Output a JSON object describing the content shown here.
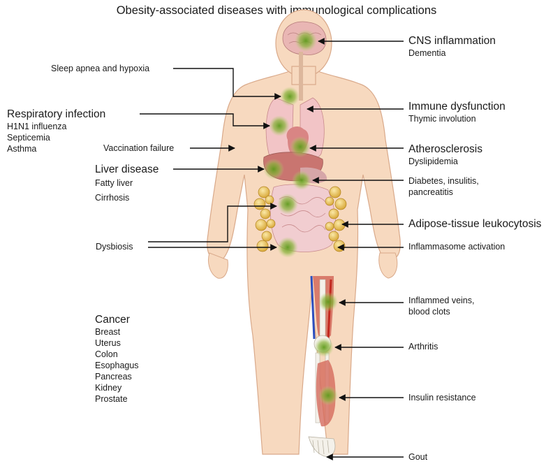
{
  "title": "Obesity-associated diseases with immunological complications",
  "left_labels": {
    "sleep_apnea": "Sleep apnea and hypoxia",
    "respiratory": {
      "heading": "Respiratory infection",
      "items": [
        "H1N1 influenza",
        "Septicemia",
        "Asthma"
      ]
    },
    "vaccination": "Vaccination failure",
    "liver": {
      "heading": "Liver disease",
      "items": [
        "Fatty liver",
        "Cirrhosis"
      ]
    },
    "dysbiosis": "Dysbiosis",
    "cancer": {
      "heading": "Cancer",
      "items": [
        "Breast",
        "Uterus",
        "Colon",
        "Esophagus",
        "Pancreas",
        "Kidney",
        "Prostate"
      ]
    }
  },
  "right_labels": {
    "cns": {
      "heading": "CNS inflammation",
      "sub": "Dementia"
    },
    "immune": {
      "heading": "Immune dysfunction",
      "sub": "Thymic involution"
    },
    "athero": {
      "heading": "Atherosclerosis",
      "sub": "Dyslipidemia"
    },
    "diabetes": [
      "Diabetes, insulitis,",
      "pancreatitis"
    ],
    "adipose": "Adipose-tissue leukocytosis",
    "inflammasome": "Inflammasome activation",
    "veins": [
      "Inflammed veins,",
      "blood clots"
    ],
    "arthritis": "Arthritis",
    "insulin": "Insulin resistance",
    "gout": "Gout"
  },
  "colors": {
    "skin": "#f7d9bf",
    "skin_outline": "#d9a98a",
    "organ_pink": "#eab0b4",
    "fat_yellow": "#e8c25a",
    "inflammation_green": "#8ab43c",
    "arrow": "#111111"
  }
}
